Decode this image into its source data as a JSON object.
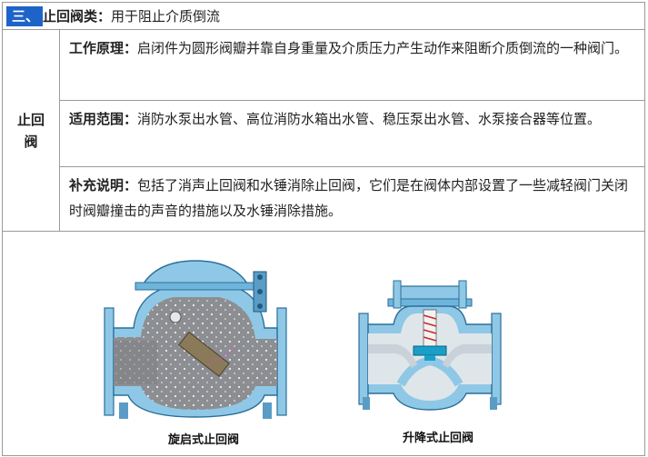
{
  "header": {
    "section_tag": "三、",
    "title": "止回阀类：",
    "subtitle": "用于阻止介质倒流"
  },
  "left_label": {
    "line1": "止回",
    "line2": "阀"
  },
  "rows": [
    {
      "label": "工作原理：",
      "text": "启闭件为圆形阀瓣并靠自身重量及介质压力产生动作来阻断介质倒流的一种阀门。"
    },
    {
      "label": "适用范围：",
      "text": "消防水泵出水管、高位消防水箱出水管、稳压泵出水管、水泵接合器等位置。"
    },
    {
      "label": "补充说明：",
      "text": "包括了消声止回阀和水锤消除止回阀，它们是在阀体内部设置了一些减轻阀门关闭时阀瓣撞击的声音的措施以及水锤消除措施。"
    }
  ],
  "figures": {
    "swing_caption": "旋启式止回阀",
    "lift_caption": "升降式止回阀"
  },
  "colors": {
    "tag_bg": "#1e63c8",
    "valve_blue": "#8fc8e6",
    "valve_dark": "#2a6f9a",
    "pipe_gray": "#8c8e92"
  }
}
